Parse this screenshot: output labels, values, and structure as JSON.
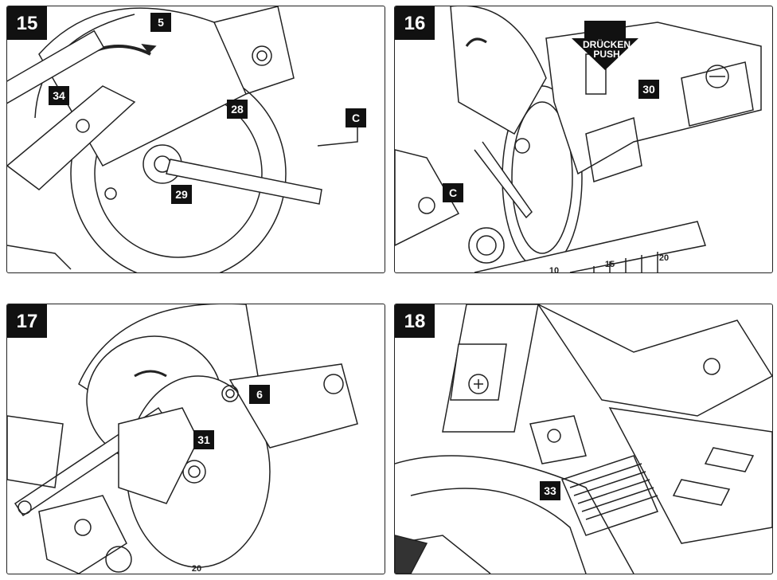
{
  "panels": [
    {
      "figure": "15",
      "callouts": [
        "5",
        "34",
        "28",
        "C",
        "29"
      ]
    },
    {
      "figure": "16",
      "callouts": [
        "30",
        "C"
      ],
      "push_label_1": "DRÜCKEN",
      "push_label_2": "PUSH",
      "scale_labels": [
        "10",
        "15",
        "20"
      ]
    },
    {
      "figure": "17",
      "callouts": [
        "6",
        "31"
      ],
      "scale_label": "20"
    },
    {
      "figure": "18",
      "callouts": [
        "33"
      ]
    }
  ]
}
